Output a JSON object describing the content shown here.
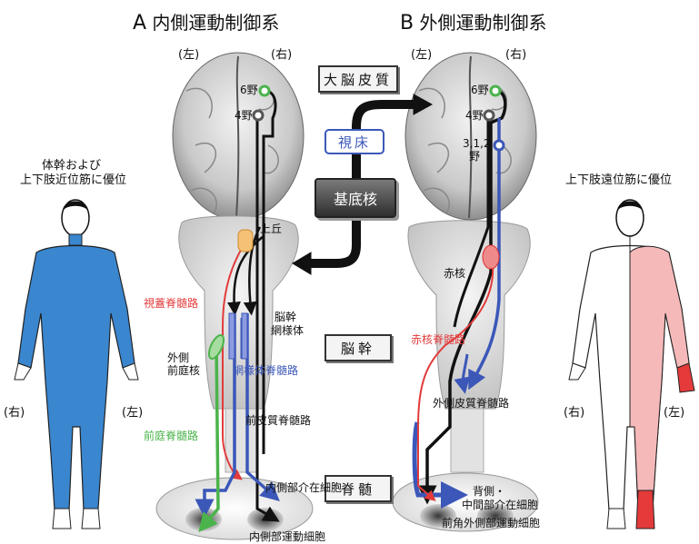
{
  "panel_a": {
    "letter": "A",
    "title": "内側運動制御系",
    "side_left": "(左)",
    "side_right": "(右)",
    "area6": "6野",
    "area4": "4野",
    "superior_colliculus": "上丘",
    "tectospinal": "視蓋脊髄路",
    "brainstem_reticular": "脳幹",
    "brainstem_reticular2": "網様体",
    "lateral_vestibular_1": "外側",
    "lateral_vestibular_2": "前庭核",
    "reticulospinal": "網様体脊髄路",
    "anterior_corticospinal": "前皮質脊髄路",
    "vestibulospinal": "前庭脊髄路",
    "medial_interneuron": "内側部介在細胞",
    "medial_motor": "内側部運動細胞",
    "figure_caption_1": "体幹および",
    "figure_caption_2": "上下肢近位筋に優位",
    "figure_right": "(右)",
    "figure_left": "(左)"
  },
  "panel_b": {
    "letter": "B",
    "title": "外側運動制御系",
    "side_left": "(左)",
    "side_right": "(右)",
    "area6": "6野",
    "area4": "4野",
    "area312_1": "3,1,2",
    "area312_2": "野",
    "red_nucleus": "赤核",
    "rubrospinal": "赤核脊髄路",
    "lateral_corticospinal": "外側皮質脊髄路",
    "dorsal_interneuron_1": "背側・",
    "dorsal_interneuron_2": "中間部介在細胞",
    "ventral_motor": "前角外側部運動細胞",
    "figure_caption": "上下肢遠位筋に優位",
    "figure_right": "(右)",
    "figure_left": "(左)"
  },
  "center": {
    "cerebral_cortex": "大脳皮質",
    "thalamus": "視床",
    "basal_ganglia": "基底核",
    "brainstem": "脳幹",
    "spinal_cord": "脊髄"
  },
  "colors": {
    "body_blue": "#3a86cf",
    "body_pink": "#f6b9b9",
    "hand_red": "#e43a3a",
    "path_red": "#e23b3b",
    "path_blue": "#3b57b8",
    "path_green": "#4bb34b",
    "path_black": "#111111"
  }
}
